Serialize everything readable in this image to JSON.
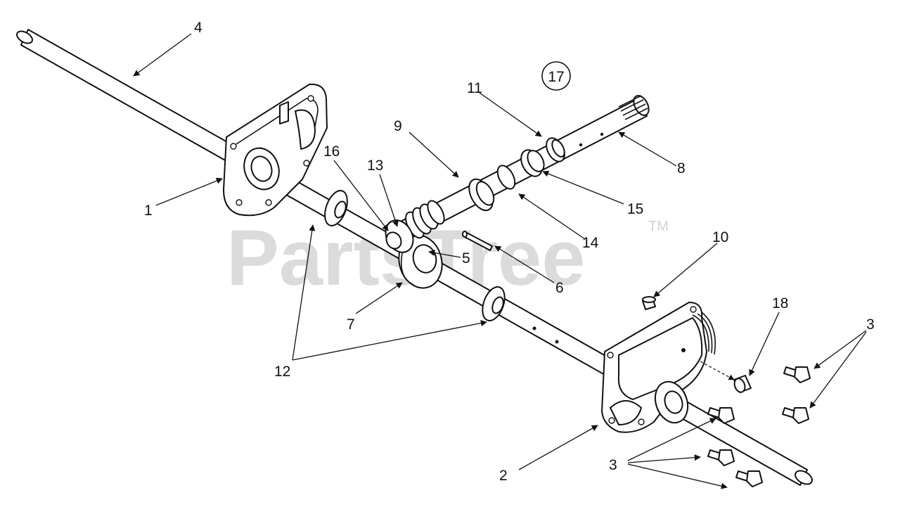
{
  "watermark": {
    "text": "PartsTree",
    "trademark": "TM"
  },
  "assembly_ref": "17",
  "callouts": {
    "c1": "1",
    "c2": "2",
    "c3a": "3",
    "c3b": "3",
    "c4": "4",
    "c5": "5",
    "c6": "6",
    "c7": "7",
    "c8": "8",
    "c9": "9",
    "c10": "10",
    "c11": "11",
    "c12": "12",
    "c13": "13",
    "c14": "14",
    "c15": "15",
    "c16": "16",
    "c18": "18"
  }
}
